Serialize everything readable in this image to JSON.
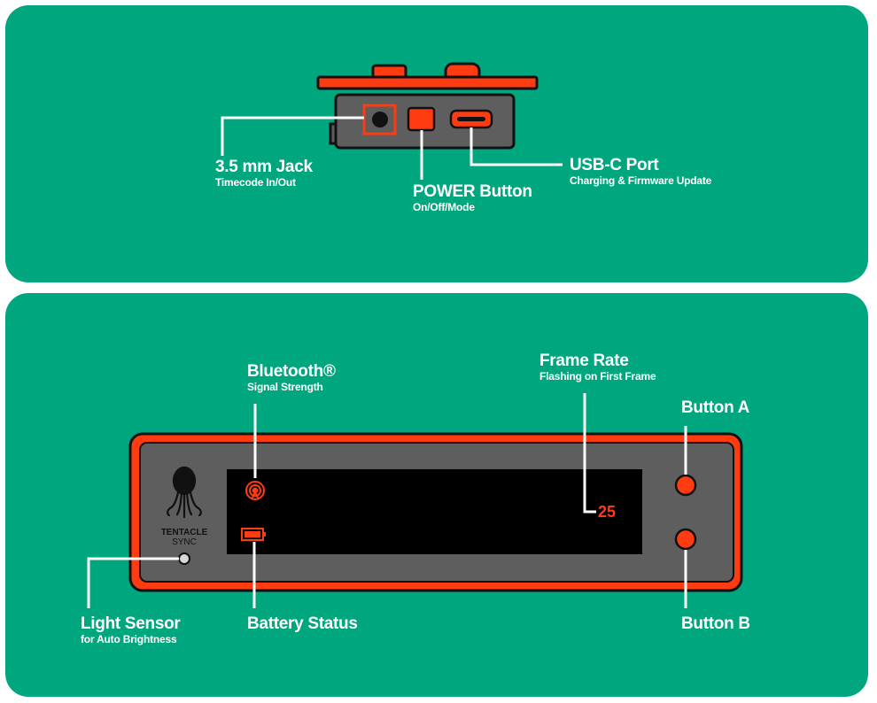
{
  "colors": {
    "panel_bg": "#00a67e",
    "device_body": "#5e5e5e",
    "device_outline": "#111111",
    "accent": "#ff3b12",
    "display": "#000000",
    "leader_line": "#ffffff"
  },
  "side_view": {
    "jack": {
      "title": "3.5 mm Jack",
      "subtitle": "Timecode In/Out"
    },
    "power": {
      "title": "POWER Button",
      "subtitle": "On/Off/Mode"
    },
    "usbc": {
      "title": "USB-C Port",
      "subtitle": "Charging & Firmware Update"
    }
  },
  "front_view": {
    "logo": {
      "line1": "TENTACLE",
      "line2": "SYNC"
    },
    "bluetooth": {
      "title": "Bluetooth®",
      "subtitle": "Signal Strength"
    },
    "frame_rate": {
      "title": "Frame Rate",
      "subtitle": "Flashing on First Frame",
      "value": "25"
    },
    "button_a": {
      "title": "Button A"
    },
    "button_b": {
      "title": "Button B"
    },
    "light_sensor": {
      "title": "Light Sensor",
      "subtitle": "for Auto Brightness"
    },
    "battery": {
      "title": "Battery Status"
    }
  }
}
